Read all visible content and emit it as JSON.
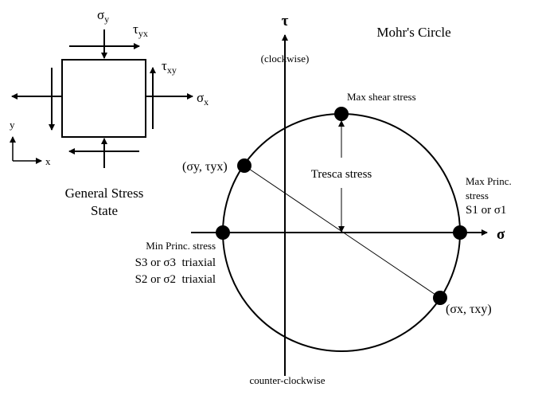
{
  "title": "Mohr's Circle",
  "element": {
    "sigma_y": "σ",
    "sigma_y_sub": "y",
    "tau_yx": "τ",
    "tau_yx_sub": "yx",
    "tau_xy": "τ",
    "tau_xy_sub": "xy",
    "sigma_x": "σ",
    "sigma_x_sub": "x",
    "axis_y": "y",
    "axis_x": "x",
    "caption_line1": "General Stress",
    "caption_line2": "State"
  },
  "axes": {
    "tau_label": "τ",
    "tau_note": "(clockwise)",
    "sigma_label": "σ",
    "bottom_note": "counter-clockwise"
  },
  "labels": {
    "max_shear": "Max shear stress",
    "tresca": "Tresca stress",
    "point_yx": "(σy, τyx)",
    "point_xy": "(σx, τxy)",
    "max_princ_1": "Max Princ.",
    "max_princ_2": "stress",
    "max_princ_3": "S1 or σ1",
    "min_princ_1": "Min Princ. stress",
    "min_princ_2": "S3 or σ3  triaxial",
    "min_princ_3": "S2 or σ2  triaxial"
  }
}
